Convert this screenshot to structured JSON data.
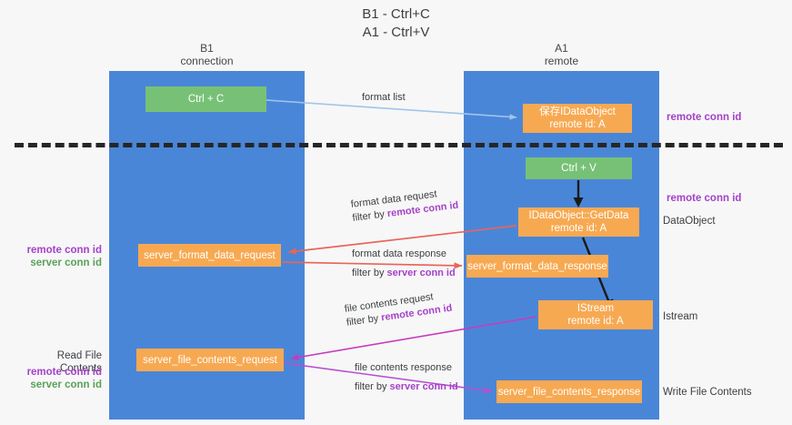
{
  "title": {
    "line1": "B1 - Ctrl+C",
    "line2": "A1 - Ctrl+V"
  },
  "columns": [
    {
      "id": "b1",
      "name": "B1",
      "sub": "connection"
    },
    {
      "id": "a1",
      "name": "A1",
      "sub": "remote"
    }
  ],
  "nodes": {
    "ctrl_c": {
      "line1": "Ctrl + C",
      "line2": ""
    },
    "save_idataobject": {
      "line1": "保存IDataObject",
      "line2": "remote id: A"
    },
    "ctrl_v": {
      "line1": "Ctrl + V",
      "line2": ""
    },
    "idataobject_getdata": {
      "line1": "IDataObject::GetData",
      "line2": "remote id: A"
    },
    "server_format_data_request": {
      "line1": "server_format_data_request",
      "line2": ""
    },
    "server_format_data_response": {
      "line1": "server_format_data_response",
      "line2": ""
    },
    "istream": {
      "line1": "IStream",
      "line2": "remote id: A"
    },
    "server_file_contents_request": {
      "line1": "server_file_contents_request",
      "line2": ""
    },
    "server_file_contents_response": {
      "line1": "server_file_contents_response",
      "line2": ""
    }
  },
  "flows": {
    "format_list": {
      "line1": "format list",
      "prefix": "",
      "emph": ""
    },
    "format_data_request": {
      "line1": "format data request",
      "prefix": "filter by ",
      "emph": "remote conn id"
    },
    "format_data_response": {
      "line1": "format data response",
      "prefix": "filter by ",
      "emph": "server conn id"
    },
    "file_contents_request": {
      "line1": "file contents request",
      "prefix": "filter by ",
      "emph": "remote conn id"
    },
    "file_contents_response": {
      "line1": "file contents response",
      "prefix": "filter by ",
      "emph": "server conn id"
    }
  },
  "side_labels": {
    "right_remote_conn_id_top": "remote conn id",
    "right_remote_conn_id_mid": "remote conn id",
    "right_dataobject": "DataObject",
    "right_istream": "Istream",
    "right_write_file_contents": "Write File Contents",
    "left_remote_conn_id_1": "remote conn id",
    "left_server_conn_id_1": "server conn id",
    "left_read_file_contents": "Read File Contents",
    "left_remote_conn_id_2": "remote conn id",
    "left_server_conn_id_2": "server conn id"
  },
  "colors": {
    "lane": "#4a86d8",
    "green_node": "#77c176",
    "orange_node": "#f7a952",
    "purple": "#a442c8",
    "green_text": "#5aa15a",
    "arrow_blue": "#9fc5ea",
    "arrow_red": "#e8655a",
    "arrow_magenta": "#c73bbd",
    "arrow_purple": "#b74fd0",
    "arrow_black": "#1a1a1a",
    "divider": "#262626",
    "background": "#f7f7f7"
  }
}
